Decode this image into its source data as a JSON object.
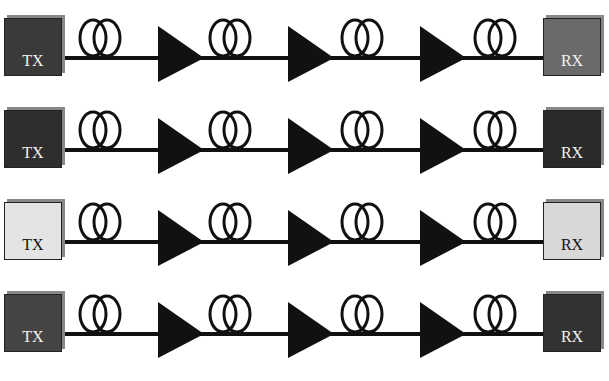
{
  "diagram": {
    "nodes": [
      {
        "text": [
          "TX"
        ]
      },
      {
        "text": [
          "RX"
        ]
      },
      {
        "text": [
          "TX"
        ]
      },
      {
        "text": [
          "RX"
        ]
      },
      {
        "text": [
          "TX"
        ]
      },
      {
        "text": [
          "RX"
        ]
      },
      {
        "text": [
          "TX"
        ]
      },
      {
        "text": [
          "RX"
        ]
      }
    ],
    "edges": [
      {
        "from": 0,
        "to": 1,
        "arrow": "none"
      },
      {
        "from": 2,
        "to": 3,
        "arrow": "none"
      },
      {
        "from": 4,
        "to": 5,
        "arrow": "none"
      },
      {
        "from": 6,
        "to": 7,
        "arrow": "none"
      }
    ]
  }
}
